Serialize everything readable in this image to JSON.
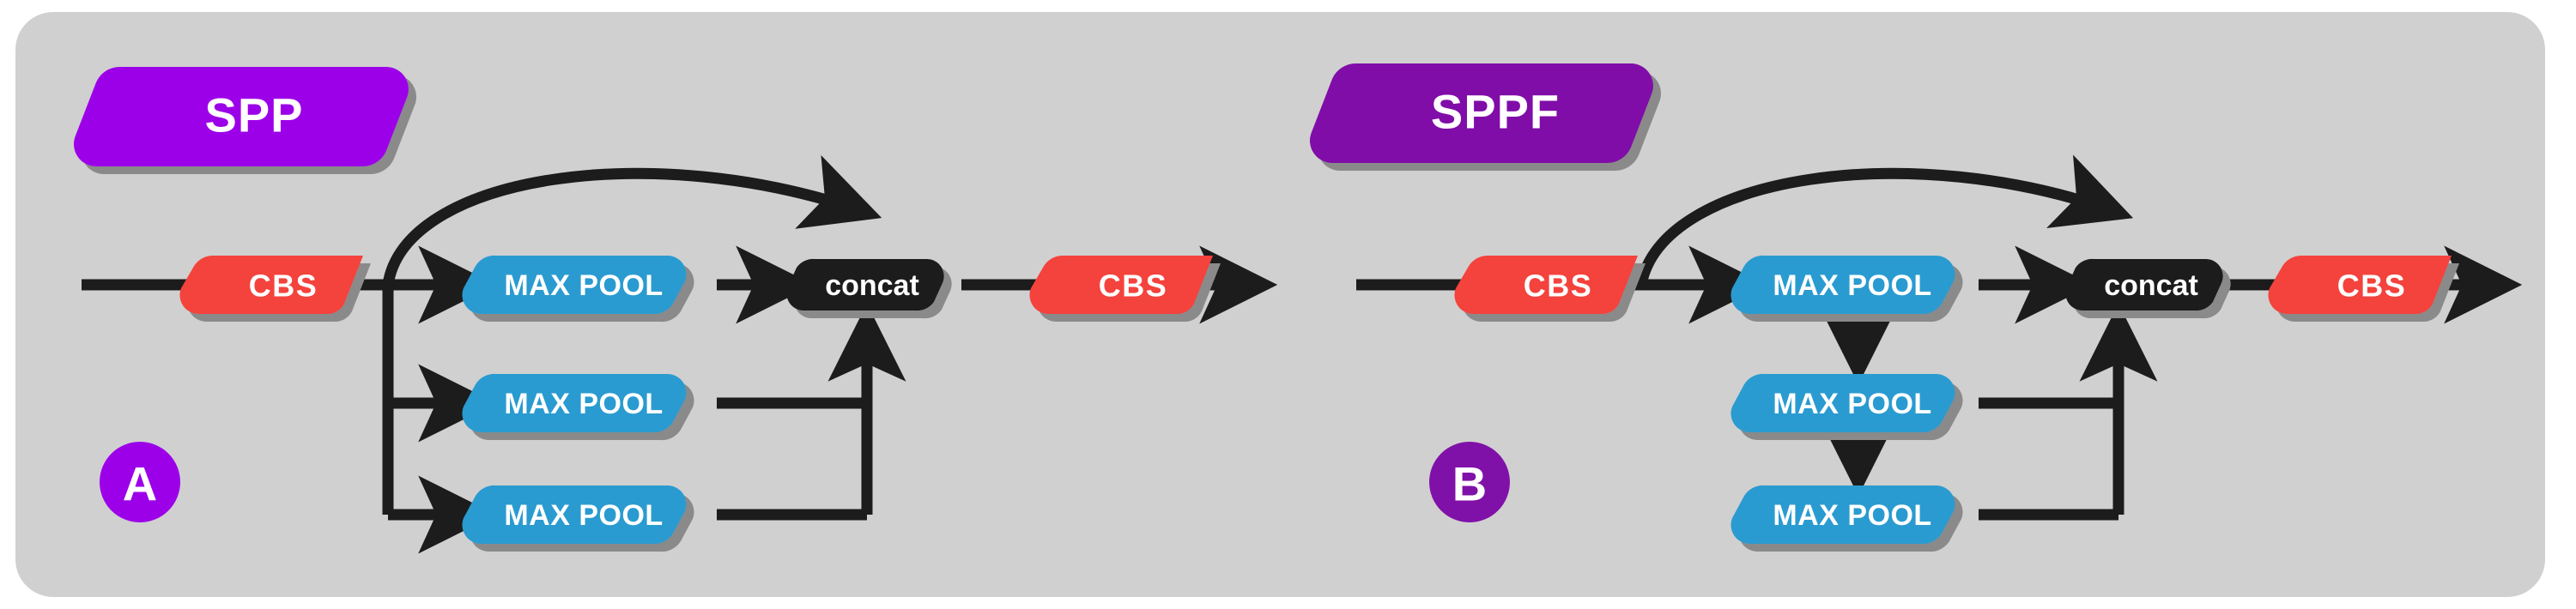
{
  "figure": {
    "background": "#ffffff",
    "panel_color": "#d0d0d0",
    "shadow_color": "#8a8a8a",
    "line_color": "#1c1c1c"
  },
  "colors": {
    "cbs": "#f4423c",
    "maxpool": "#2b9bd0",
    "concat": "#1c1c1c",
    "spp_purple": "#9c00e8",
    "sppf_purple": "#8011a8"
  },
  "panels": [
    {
      "id": "spp",
      "tag_label": "SPP",
      "tag_color": "#9c00e8",
      "badge_label": "A",
      "badge_color": "#9c00e8",
      "topology": "parallel",
      "blocks": {
        "input_cbs": "CBS",
        "maxpool_1": "MAX POOL",
        "maxpool_2": "MAX POOL",
        "maxpool_3": "MAX POOL",
        "concat": "concat",
        "output_cbs": "CBS"
      }
    },
    {
      "id": "sppf",
      "tag_label": "SPPF",
      "tag_color": "#8011a8",
      "badge_label": "B",
      "badge_color": "#8011a8",
      "topology": "serial",
      "blocks": {
        "input_cbs": "CBS",
        "maxpool_1": "MAX POOL",
        "maxpool_2": "MAX POOL",
        "maxpool_3": "MAX POOL",
        "concat": "concat",
        "output_cbs": "CBS"
      }
    }
  ]
}
